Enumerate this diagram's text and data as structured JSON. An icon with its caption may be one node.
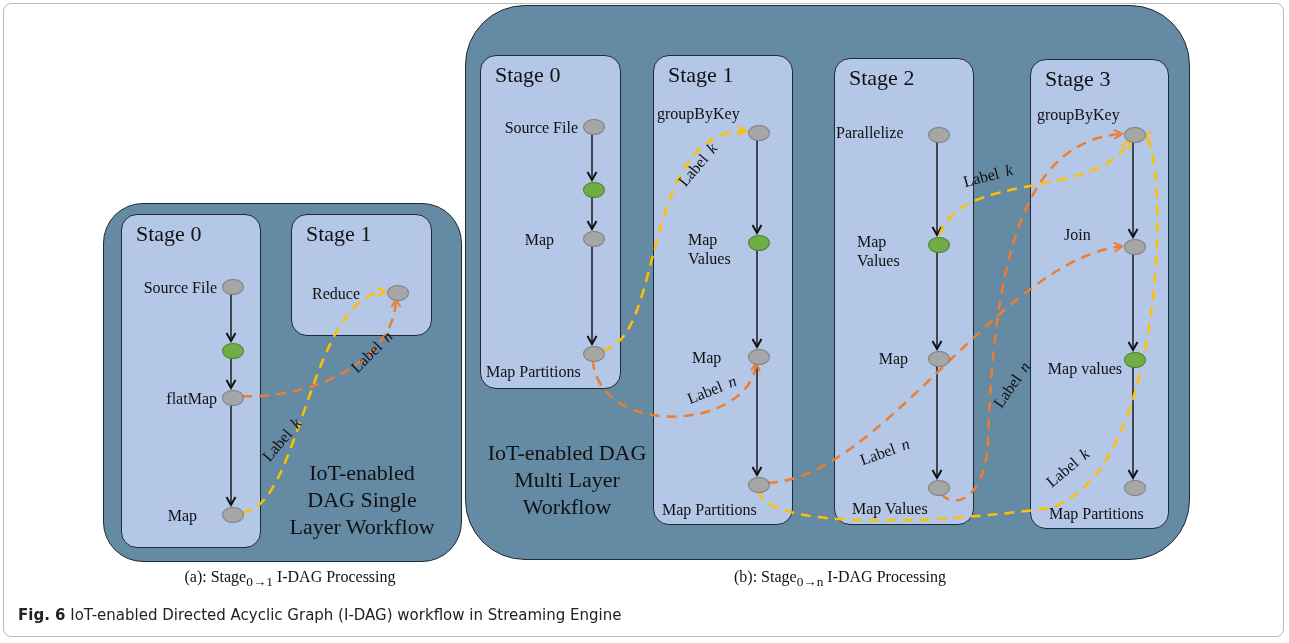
{
  "diagram": {
    "caption": "**Fig. 6** IoT-enabled Directed Acyclic Graph (I-DAG) workflow in Streaming Engine",
    "nodes": [
      {
        "text": [
          "IoT-enabled DAG Single Layer Workflow"
        ]
      },
      {
        "text": [
          "Stage 0"
        ],
        "in": 0
      },
      {
        "text": [],
        "shape": "circle",
        "in": 1,
        "beside": [
          "Source File"
        ]
      },
      {
        "text": [],
        "shape": "circle",
        "in": 1
      },
      {
        "text": [],
        "shape": "circle",
        "in": 1,
        "beside": [
          "flatMap"
        ]
      },
      {
        "text": [],
        "shape": "circle",
        "in": 1,
        "beside": [
          "Map"
        ]
      },
      {
        "text": [
          "Stage 1"
        ],
        "in": 0
      },
      {
        "text": [],
        "shape": "circle",
        "in": 6,
        "beside": [
          "Reduce"
        ]
      },
      {
        "text": [
          "IoT-enabled DAG Multi Layer Workflow"
        ]
      },
      {
        "text": [
          "Stage 0"
        ],
        "in": 8
      },
      {
        "text": [],
        "shape": "circle",
        "in": 9,
        "beside": [
          "Source File"
        ]
      },
      {
        "text": [],
        "shape": "circle",
        "in": 9
      },
      {
        "text": [],
        "shape": "circle",
        "in": 9,
        "beside": [
          "Map"
        ]
      },
      {
        "text": [],
        "shape": "circle",
        "in": 9,
        "beside": [
          "Map Partitions"
        ]
      },
      {
        "text": [
          "Stage 1"
        ],
        "in": 8
      },
      {
        "text": [],
        "shape": "circle",
        "in": 14,
        "beside": [
          "groupByKey"
        ]
      },
      {
        "text": [],
        "shape": "circle",
        "in": 14,
        "beside": [
          "Map Values"
        ]
      },
      {
        "text": [],
        "shape": "circle",
        "in": 14,
        "beside": [
          "Map"
        ]
      },
      {
        "text": [],
        "shape": "circle",
        "in": 14,
        "beside": [
          "Map Partitions"
        ]
      },
      {
        "text": [
          "Stage 2"
        ],
        "in": 8
      },
      {
        "text": [],
        "shape": "circle",
        "in": 19,
        "beside": [
          "Parallelize"
        ]
      },
      {
        "text": [],
        "shape": "circle",
        "in": 19,
        "beside": [
          "Map Values"
        ]
      },
      {
        "text": [],
        "shape": "circle",
        "in": 19,
        "beside": [
          "Map"
        ]
      },
      {
        "text": [],
        "shape": "circle",
        "in": 19,
        "beside": [
          "Map Values"
        ]
      },
      {
        "text": [
          "Stage 3"
        ],
        "in": 8
      },
      {
        "text": [],
        "shape": "circle",
        "in": 24,
        "beside": [
          "groupByKey"
        ]
      },
      {
        "text": [],
        "shape": "circle",
        "in": 24,
        "beside": [
          "Join"
        ]
      },
      {
        "text": [],
        "shape": "circle",
        "in": 24,
        "beside": [
          "Map values"
        ]
      },
      {
        "text": [],
        "shape": "circle",
        "in": 24,
        "beside": [
          "Map Partitions"
        ]
      }
    ],
    "edges": [
      {
        "from": 2,
        "to": 3,
        "arrow": "to"
      },
      {
        "from": 3,
        "to": 4,
        "arrow": "to"
      },
      {
        "from": 4,
        "to": 5,
        "arrow": "to"
      },
      {
        "from": 10,
        "to": 11,
        "arrow": "to"
      },
      {
        "from": 11,
        "to": 12,
        "arrow": "to"
      },
      {
        "from": 12,
        "to": 13,
        "arrow": "to"
      },
      {
        "from": 15,
        "to": 16,
        "arrow": "to"
      },
      {
        "from": 16,
        "to": 17,
        "arrow": "to"
      },
      {
        "from": 17,
        "to": 18,
        "arrow": "to"
      },
      {
        "from": 20,
        "to": 21,
        "arrow": "to"
      },
      {
        "from": 21,
        "to": 22,
        "arrow": "to"
      },
      {
        "from": 22,
        "to": 23,
        "arrow": "to"
      },
      {
        "from": 25,
        "to": 26,
        "arrow": "to"
      },
      {
        "from": 26,
        "to": 27,
        "arrow": "to"
      },
      {
        "from": 27,
        "to": 28,
        "arrow": "to"
      },
      {
        "from": 5,
        "to": 7,
        "arrow": "to",
        "label": "Label *k*",
        "style": "dashed",
        "color": "#ffc000"
      },
      {
        "from": 4,
        "to": 7,
        "arrow": "to",
        "label": "Label *n*",
        "style": "dashed",
        "color": "#ed7d31"
      },
      {
        "from": 13,
        "to": 15,
        "arrow": "to",
        "label": "Label *k*",
        "style": "dashed",
        "color": "#ffc000"
      },
      {
        "from": 13,
        "to": 17,
        "arrow": "to",
        "label": "Label *n*",
        "style": "dashed",
        "color": "#ed7d31"
      },
      {
        "from": 21,
        "to": 25,
        "arrow": "to",
        "label": "Label *k*",
        "style": "dashed",
        "color": "#ffc000"
      },
      {
        "from": 18,
        "to": 26,
        "arrow": "to",
        "label": "Label *n*",
        "style": "dashed",
        "color": "#ed7d31"
      },
      {
        "from": 23,
        "to": 25,
        "arrow": "to",
        "label": "Label *n*",
        "style": "dashed",
        "color": "#ed7d31"
      },
      {
        "from": 18,
        "to": 25,
        "arrow": "to",
        "label": "Label *k*",
        "style": "dashed",
        "color": "#ffc000"
      }
    ],
    "labels": [
      "(a): Stage$_{0→1}$ I-DAG Processing",
      "(b): Stage$_{0→n}$ I-DAG Processing"
    ]
  }
}
